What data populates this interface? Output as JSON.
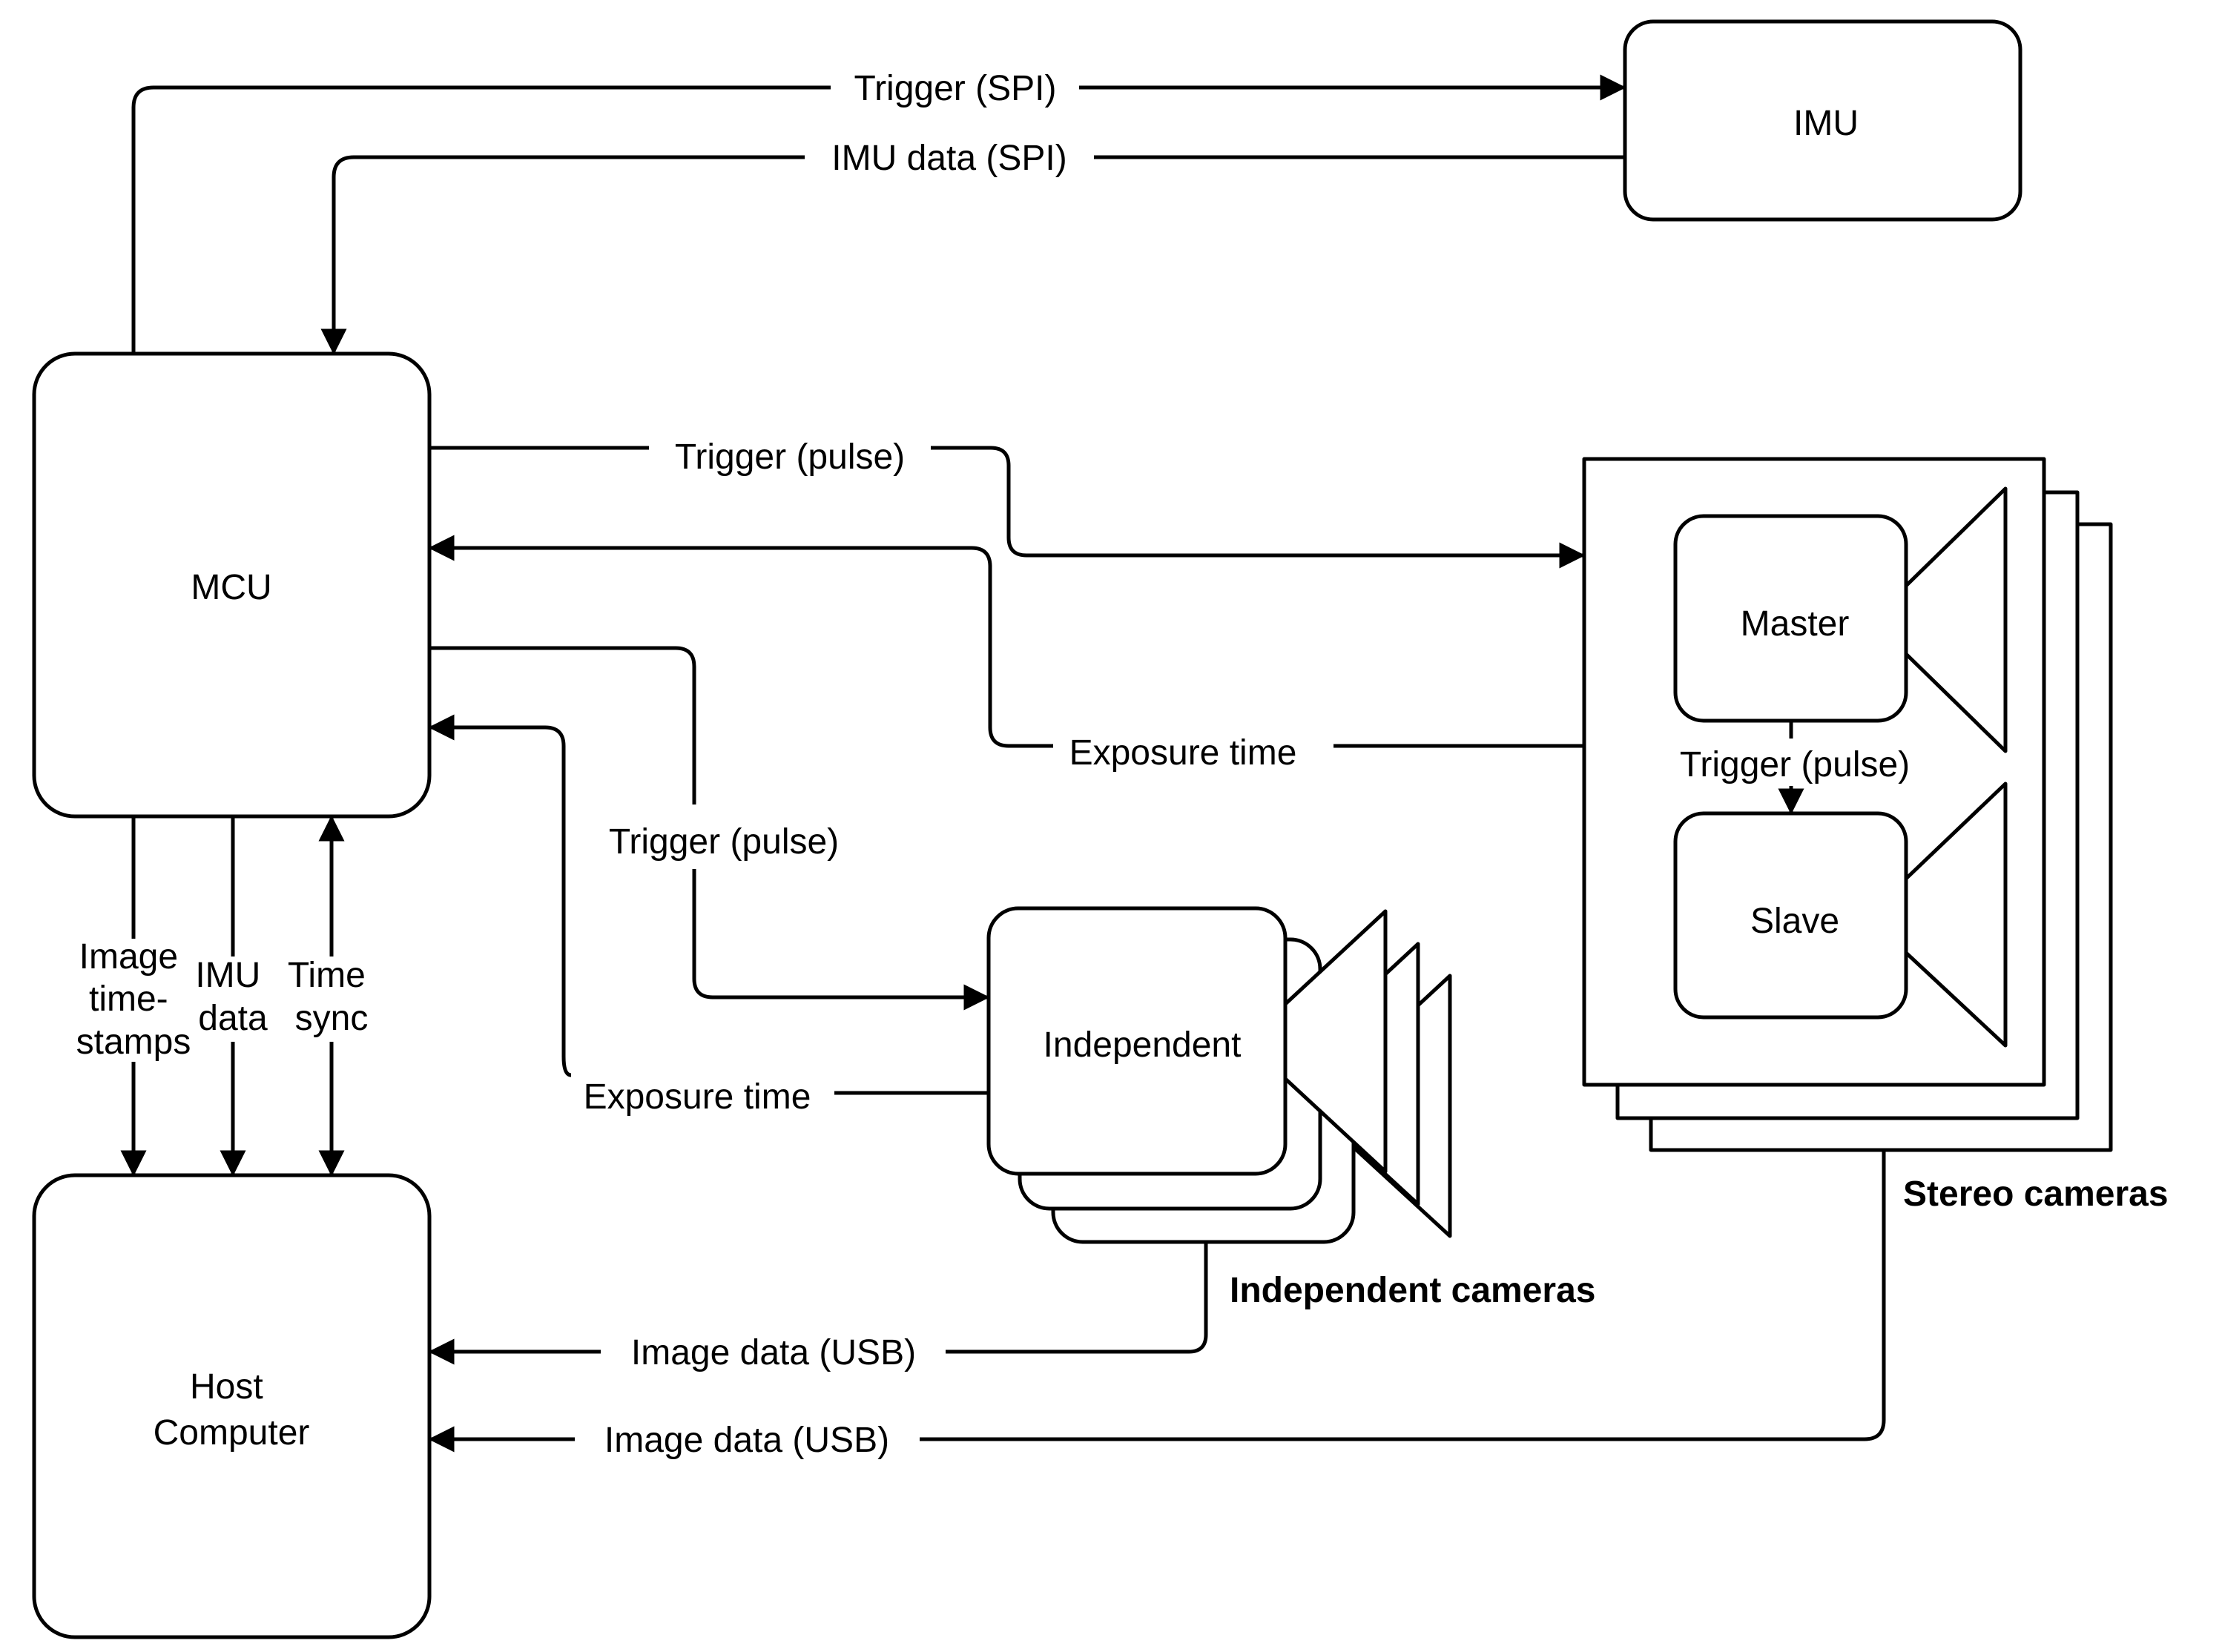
{
  "blocks": {
    "imu": "IMU",
    "mcu": "MCU",
    "host": [
      "Host",
      "Computer"
    ],
    "master": "Master",
    "slave": "Slave",
    "independent": "Independent"
  },
  "groups": {
    "independent_cameras": "Independent cameras",
    "stereo_cameras": "Stereo cameras"
  },
  "edges": {
    "trigger_spi": "Trigger (SPI)",
    "imu_data_spi": "IMU data (SPI)",
    "trigger_pulse_stereo": "Trigger (pulse)",
    "exposure_time_stereo": "Exposure time",
    "trigger_pulse_independent": "Trigger (pulse)",
    "exposure_time_independent": "Exposure time",
    "trigger_pulse_master_slave": "Trigger (pulse)",
    "image_timestamps": [
      "Image",
      "time-",
      "stamps"
    ],
    "imu_data": [
      "IMU",
      "data"
    ],
    "time_sync": [
      "Time",
      "sync"
    ],
    "image_data_usb_independent": "Image data (USB)",
    "image_data_usb_stereo": "Image data (USB)"
  }
}
